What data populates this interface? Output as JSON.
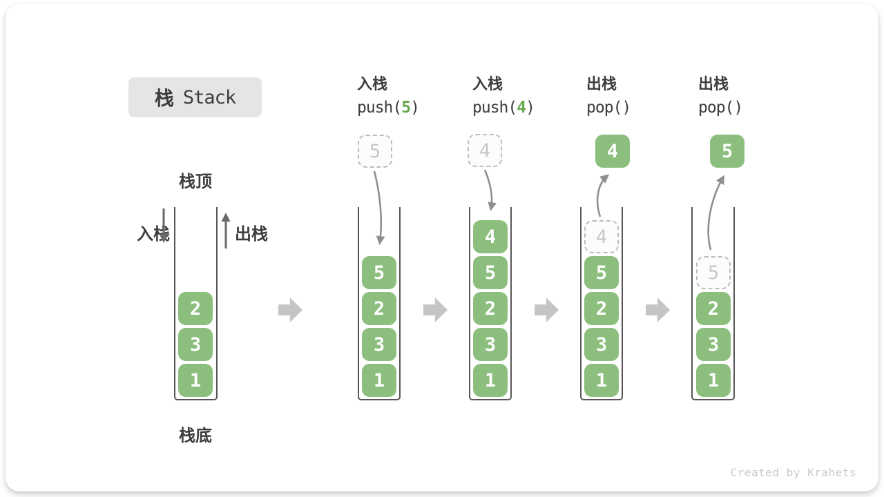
{
  "title": {
    "zh": "栈",
    "en": "Stack"
  },
  "legend": {
    "stack_top": "栈顶",
    "stack_bottom": "栈底",
    "push": "入栈",
    "pop": "出栈"
  },
  "stages": [
    {
      "name": "initial",
      "items": [
        "2",
        "3",
        "1"
      ]
    },
    {
      "name": "push-5",
      "header_zh": "入栈",
      "call_open": "push(",
      "call_arg": "5",
      "call_close": ")",
      "incoming": "5",
      "items": [
        "5",
        "2",
        "3",
        "1"
      ]
    },
    {
      "name": "push-4",
      "header_zh": "入栈",
      "call_open": "push(",
      "call_arg": "4",
      "call_close": ")",
      "incoming": "4",
      "items": [
        "4",
        "5",
        "2",
        "3",
        "1"
      ]
    },
    {
      "name": "pop-4",
      "header_zh": "出栈",
      "call_open": "pop(",
      "call_arg": "",
      "call_close": ")",
      "popped": "4",
      "ghost": "4",
      "items": [
        "5",
        "2",
        "3",
        "1"
      ]
    },
    {
      "name": "pop-5",
      "header_zh": "出栈",
      "call_open": "pop(",
      "call_arg": "",
      "call_close": ")",
      "popped": "5",
      "ghost": "5",
      "items": [
        "2",
        "3",
        "1"
      ]
    }
  ],
  "footer": {
    "credit": "Created by Krahets"
  },
  "colors": {
    "box_green": "#8cbf7e",
    "arg_green": "#67a84f",
    "text_dark": "#3d3d3d",
    "wall_gray": "#565656",
    "ghost_border": "#bcbcbc",
    "ghost_text": "#c6c6c6",
    "ghost_bg": "#fcfcfc",
    "arrow_gray": "#8f8f8f",
    "arrow_dark": "#6a6a6a",
    "block_arrow_gray": "#c5c5c5",
    "title_bg": "#e5e5e5",
    "credit_gray": "#c9c9c9"
  }
}
